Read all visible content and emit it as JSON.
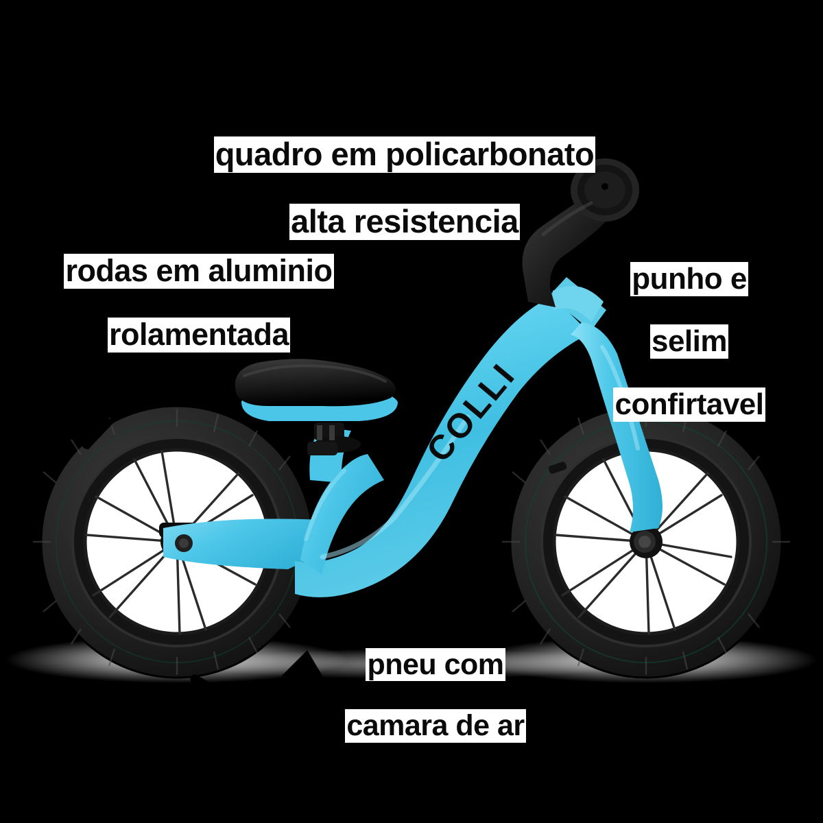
{
  "image": {
    "subject": "colli-balance-bike-product-infographic",
    "background_color": "#000000",
    "brand_logo_text": "COLLI"
  },
  "palette": {
    "frame_blue": "#4cc6e8",
    "frame_blue_light": "#7fd9f0",
    "frame_blue_dark": "#2ba8d0",
    "tire_black": "#1a1a1a",
    "rim_black": "#121212",
    "text_black": "#0a0a0a",
    "text_halo_white": "#ffffff",
    "arrow_black": "#000000"
  },
  "callouts": [
    {
      "id": "frame",
      "lines": [
        "quadro em policarbonato",
        "alta resistencia"
      ],
      "align": "center",
      "arrow": "curved-arrow-down-right"
    },
    {
      "id": "wheels",
      "lines": [
        "rodas em aluminio",
        "rolamentada"
      ],
      "align": "center",
      "arrow": "curved-arrow-down"
    },
    {
      "id": "grip_saddle",
      "lines": [
        "punho e",
        "selim",
        "confirtavel"
      ],
      "align": "center",
      "arrow": "curved-arrow-down-right"
    },
    {
      "id": "tire",
      "lines": [
        "pneu com",
        "camara de ar"
      ],
      "align": "center",
      "arrow": "curved-arrow-right"
    }
  ],
  "bike": {
    "brand": "COLLI",
    "parts": [
      "rear-wheel",
      "front-wheel",
      "frame",
      "fork",
      "handlebar-grip",
      "saddle",
      "seat-clamp",
      "head-tube"
    ]
  }
}
